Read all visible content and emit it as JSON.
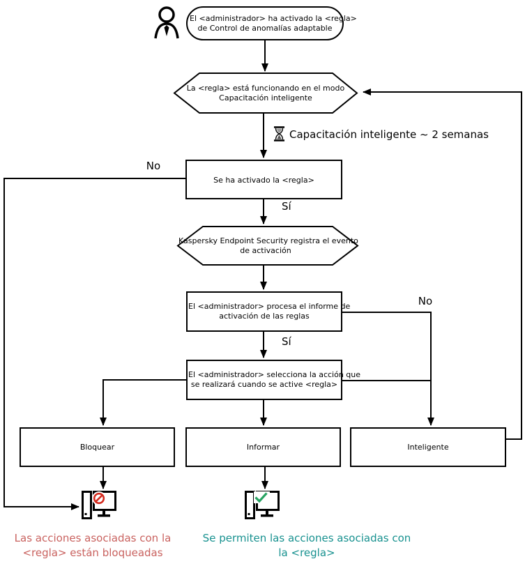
{
  "nodes": {
    "start": {
      "line1": "El <administrador> ha activado la <regla>",
      "line2": "de Control de anomalías adaptable"
    },
    "mode_hexagon": {
      "line1": "La <regla> está funcionando en el modo",
      "line2": "Capacitación inteligente"
    },
    "timer": {
      "label": "Capacitación inteligente ~ 2 semanas"
    },
    "rule_triggered": {
      "label": "Se ha activado la <regla>"
    },
    "log_event_hexagon": {
      "line1": "Kaspersky Endpoint Security registra el evento",
      "line2": "de activación"
    },
    "process_report": {
      "line1": "El <administrador> procesa el informe de",
      "line2": "activación de las reglas"
    },
    "select_action": {
      "line1": "El <administrador> selecciona la acción que",
      "line2": "se realizará cuando se active <regla>"
    },
    "action_block": {
      "label": "Bloquear"
    },
    "action_inform": {
      "label": "Informar"
    },
    "action_smart": {
      "label": "Inteligente"
    }
  },
  "edge_labels": {
    "no": "No",
    "yes": "Sí"
  },
  "captions": {
    "blocked": {
      "line1": "Las acciones asociadas con la",
      "line2": "<regla> están bloqueadas"
    },
    "allowed": {
      "line1": "Se permiten las acciones asociadas con",
      "line2": "la <regla>"
    }
  },
  "colors": {
    "blocked_text": "#c9625f",
    "allowed_text": "#17918f",
    "prohibited_red": "#d42a1e",
    "check_green": "#27a362",
    "line": "#000000"
  }
}
